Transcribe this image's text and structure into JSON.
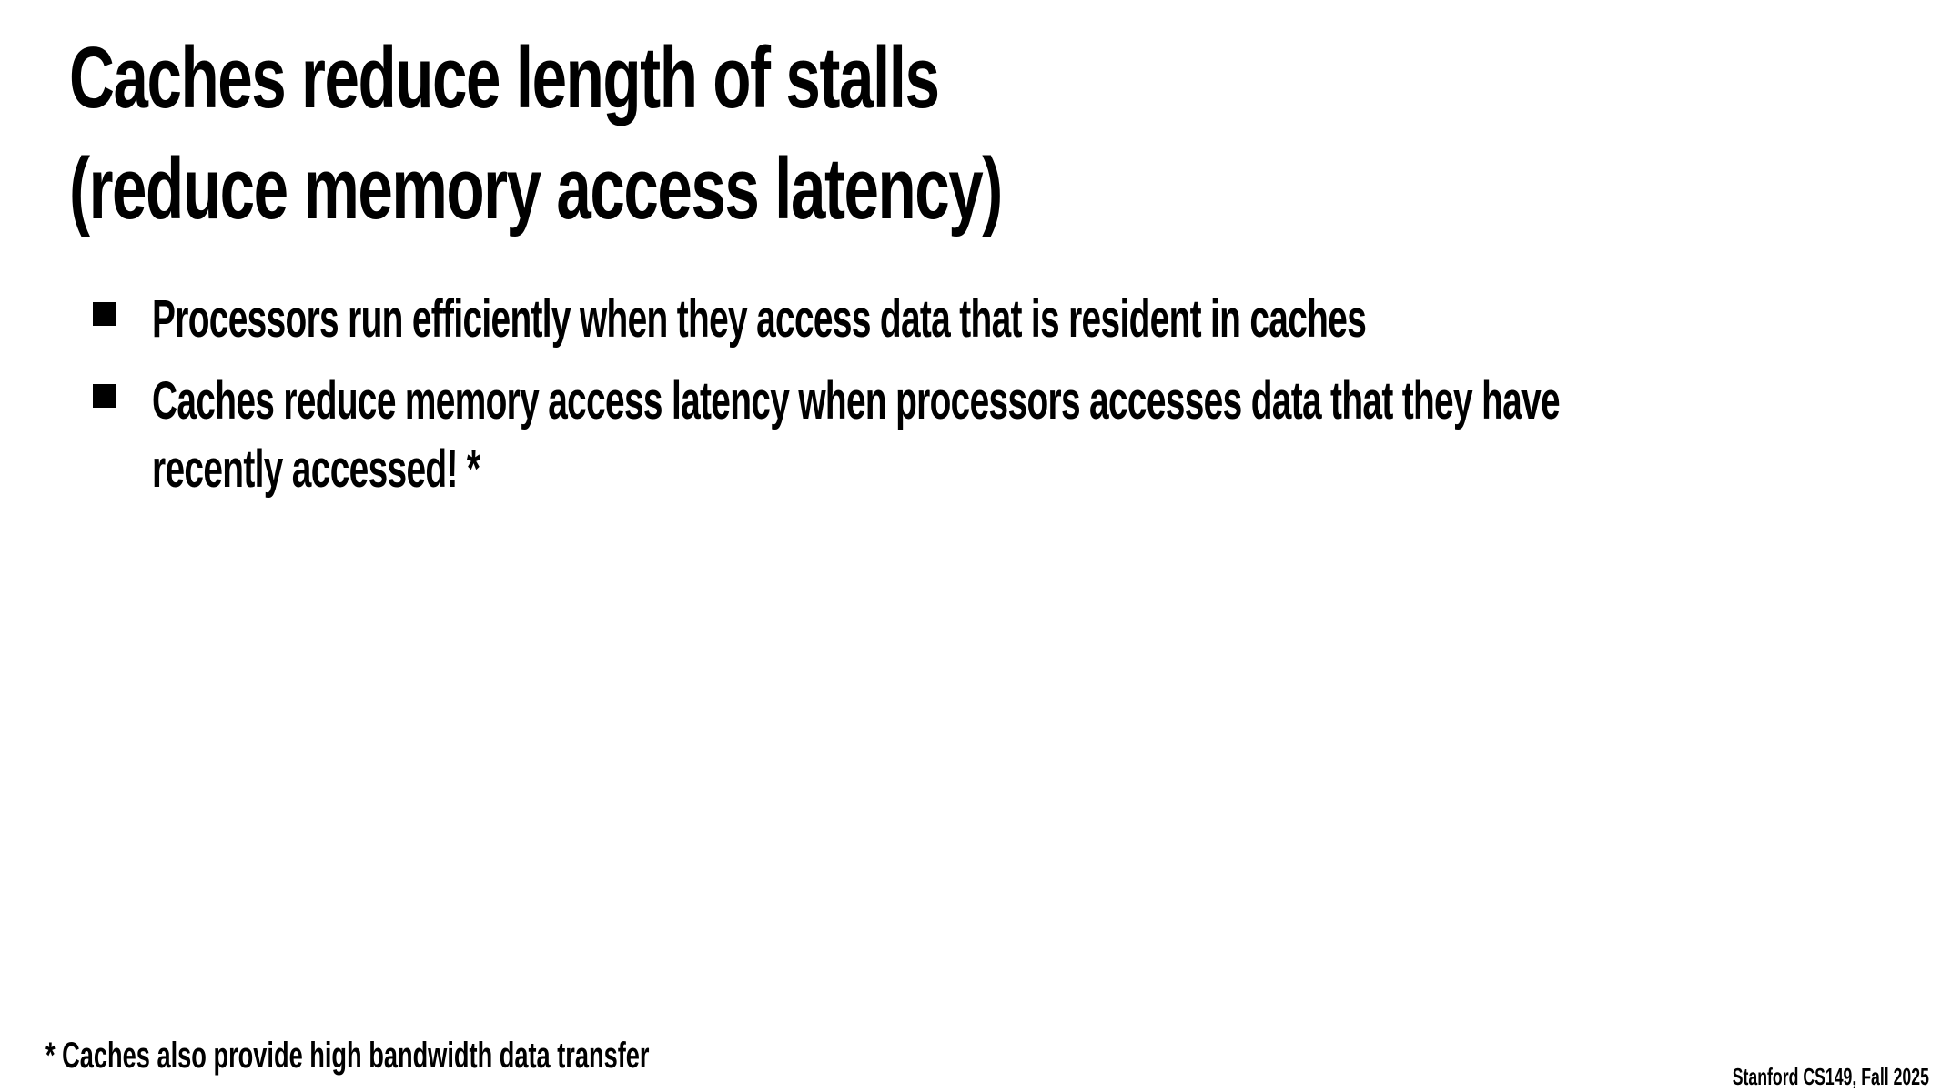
{
  "title": {
    "line1": "Caches reduce length of stalls",
    "line2": "(reduce memory access latency)"
  },
  "bullets": [
    {
      "lines": [
        "Processors run efficiently when they access data that is resident in caches"
      ]
    },
    {
      "lines": [
        "Caches reduce memory access latency when processors accesses data that they have",
        "recently accessed! *"
      ]
    }
  ],
  "footnote": "* Caches also provide high bandwidth data transfer",
  "footer": "Stanford CS149, Fall 2025"
}
